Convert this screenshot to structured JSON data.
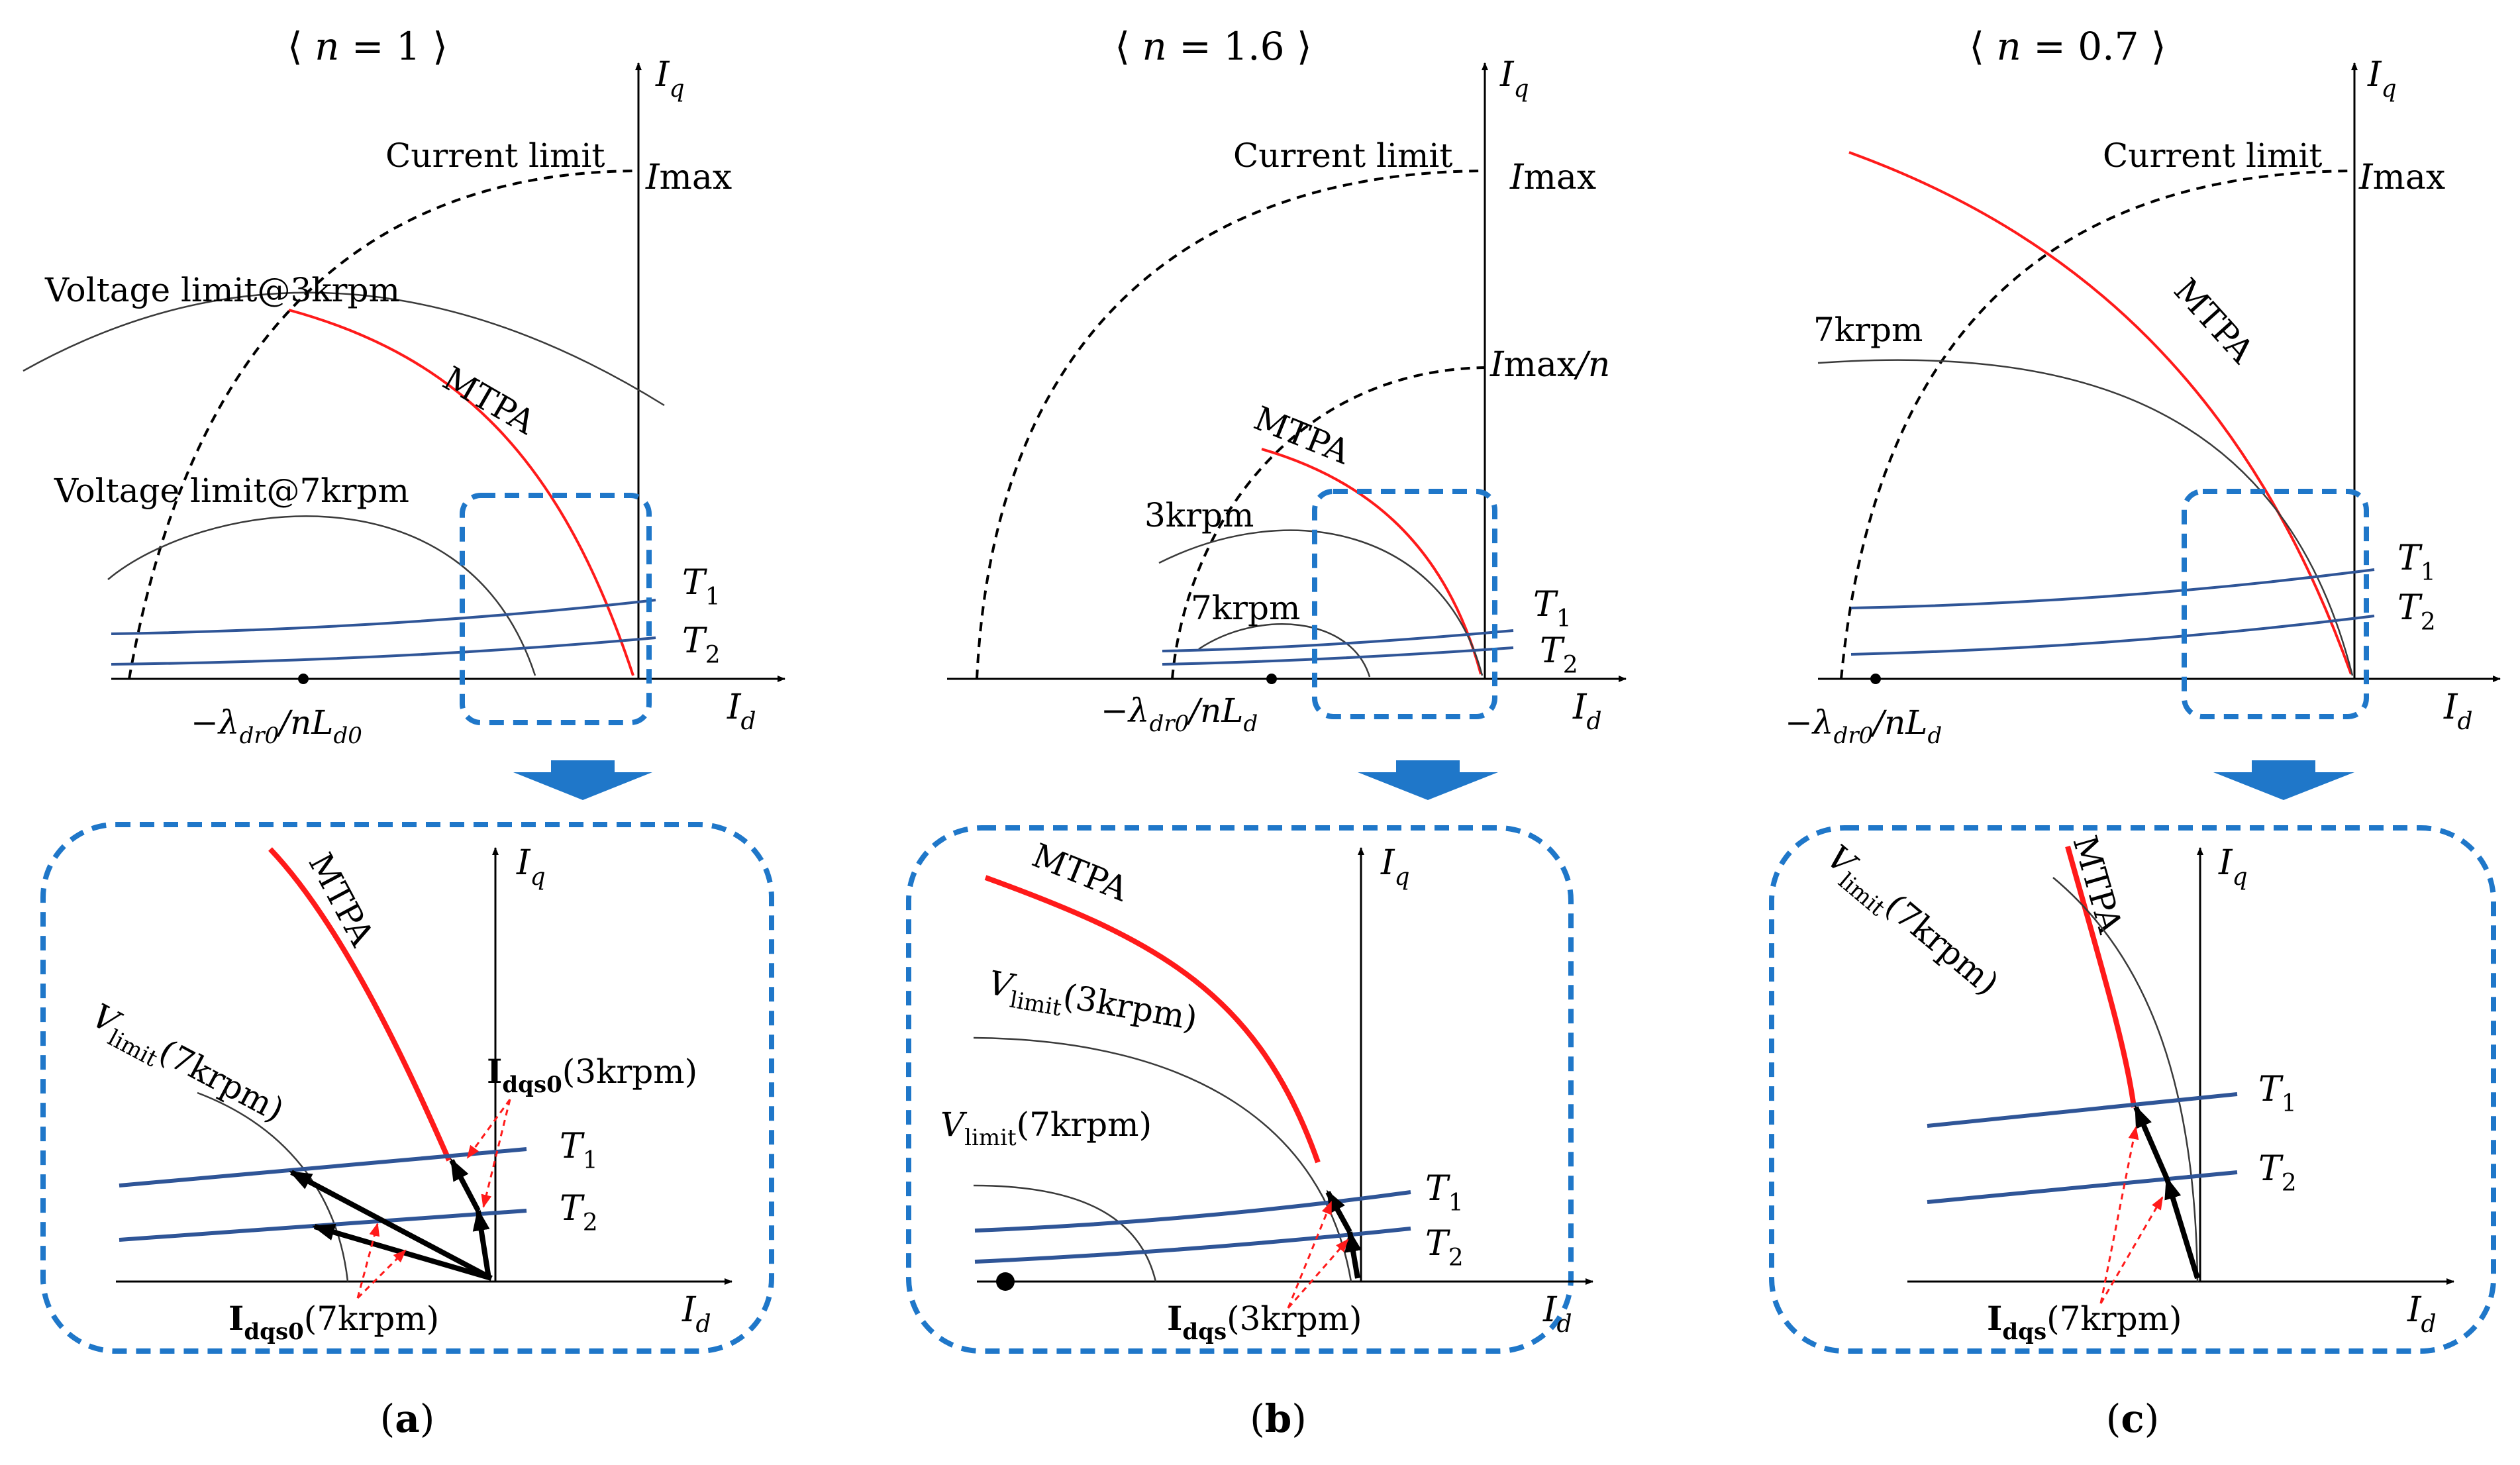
{
  "figure": {
    "background": "#ffffff",
    "colors": {
      "mtpa": "#ff1a1a",
      "torque": "#2f5597",
      "zoom_box": "#1f77c9",
      "curves": "#3a3a3a",
      "axes": "#000000"
    },
    "icons": [
      "down-arrow-icon"
    ],
    "panels": [
      {
        "tag": "a",
        "title": {
          "open": "⟨ ",
          "var": "n",
          "eq": " = 1",
          "close": " ⟩"
        },
        "top": {
          "iq_main": "I",
          "iq_sub": "q",
          "id_main": "I",
          "id_sub": "d",
          "current_limit": "Current limit",
          "imax_main": "I",
          "imax_sub": "max",
          "voltage_limit_3k": "Voltage limit@3krpm",
          "voltage_limit_7k": "Voltage limit@7krpm",
          "mtpa": "MTPA",
          "t1_main": "T",
          "t1_sub": "1",
          "t2_main": "T",
          "t2_sub": "2",
          "center_prefix": "−λ",
          "center_sub1": "dr0",
          "center_mid": "/nL",
          "center_sub2": "d0"
        },
        "zoom": {
          "iq_main": "I",
          "iq_sub": "q",
          "id_main": "I",
          "id_sub": "d",
          "mtpa": "MTPA",
          "vlimit_main": "V",
          "vlimit_sub": "limit",
          "vlimit_rest": "(7krpm)",
          "t1_main": "T",
          "t1_sub": "1",
          "t2_main": "T",
          "t2_sub": "2",
          "idqs0_3k_main": "I",
          "idqs0_3k_sub": "dqs0",
          "idqs0_3k_rest": "(3krpm)",
          "idqs0_7k_main": "I",
          "idqs0_7k_sub": "dqs0",
          "idqs0_7k_rest": "(7krpm)"
        },
        "caption_open": "(",
        "caption_letter": "a",
        "caption_close": ")"
      },
      {
        "tag": "b",
        "title": {
          "open": "⟨ ",
          "var": "n",
          "eq": " = 1.6",
          "close": " ⟩"
        },
        "top": {
          "iq_main": "I",
          "iq_sub": "q",
          "id_main": "I",
          "id_sub": "d",
          "current_limit": "Current limit",
          "imax_main": "I",
          "imax_sub": "max",
          "imaxn_main": "I",
          "imaxn_sub": "max",
          "imaxn_rest": "/n",
          "mtpa": "MTPA",
          "rpm3": "3krpm",
          "rpm7": "7krpm",
          "t1_main": "T",
          "t1_sub": "1",
          "t2_main": "T",
          "t2_sub": "2",
          "center_prefix": "−λ",
          "center_sub1": "dr0",
          "center_mid": "/nL",
          "center_sub2": "d"
        },
        "zoom": {
          "iq_main": "I",
          "iq_sub": "q",
          "id_main": "I",
          "id_sub": "d",
          "mtpa": "MTPA",
          "vlimit3_main": "V",
          "vlimit3_sub": "limit",
          "vlimit3_rest": "(3krpm)",
          "vlimit7_main": "V",
          "vlimit7_sub": "limit",
          "vlimit7_rest": "(7krpm)",
          "t1_main": "T",
          "t1_sub": "1",
          "t2_main": "T",
          "t2_sub": "2",
          "idqs_main": "I",
          "idqs_sub": "dqs",
          "idqs_rest": "(3krpm)"
        },
        "caption_open": "(",
        "caption_letter": "b",
        "caption_close": ")"
      },
      {
        "tag": "c",
        "title": {
          "open": "⟨ ",
          "var": "n",
          "eq": " = 0.7",
          "close": " ⟩"
        },
        "top": {
          "iq_main": "I",
          "iq_sub": "q",
          "id_main": "I",
          "id_sub": "d",
          "current_limit": "Current limit",
          "imax_main": "I",
          "imax_sub": "max",
          "mtpa": "MTPA",
          "rpm7": "7krpm",
          "t1_main": "T",
          "t1_sub": "1",
          "t2_main": "T",
          "t2_sub": "2",
          "center_prefix": "−λ",
          "center_sub1": "dr0",
          "center_mid": "/nL",
          "center_sub2": "d"
        },
        "zoom": {
          "iq_main": "I",
          "iq_sub": "q",
          "id_main": "I",
          "id_sub": "d",
          "mtpa": "MTPA",
          "vlimit_main": "V",
          "vlimit_sub": "limit",
          "vlimit_rest": "(7krpm)",
          "t1_main": "T",
          "t1_sub": "1",
          "t2_main": "T",
          "t2_sub": "2",
          "idqs_main": "I",
          "idqs_sub": "dqs",
          "idqs_rest": "(7krpm)"
        },
        "caption_open": "(",
        "caption_letter": "c",
        "caption_close": ")"
      }
    ]
  }
}
